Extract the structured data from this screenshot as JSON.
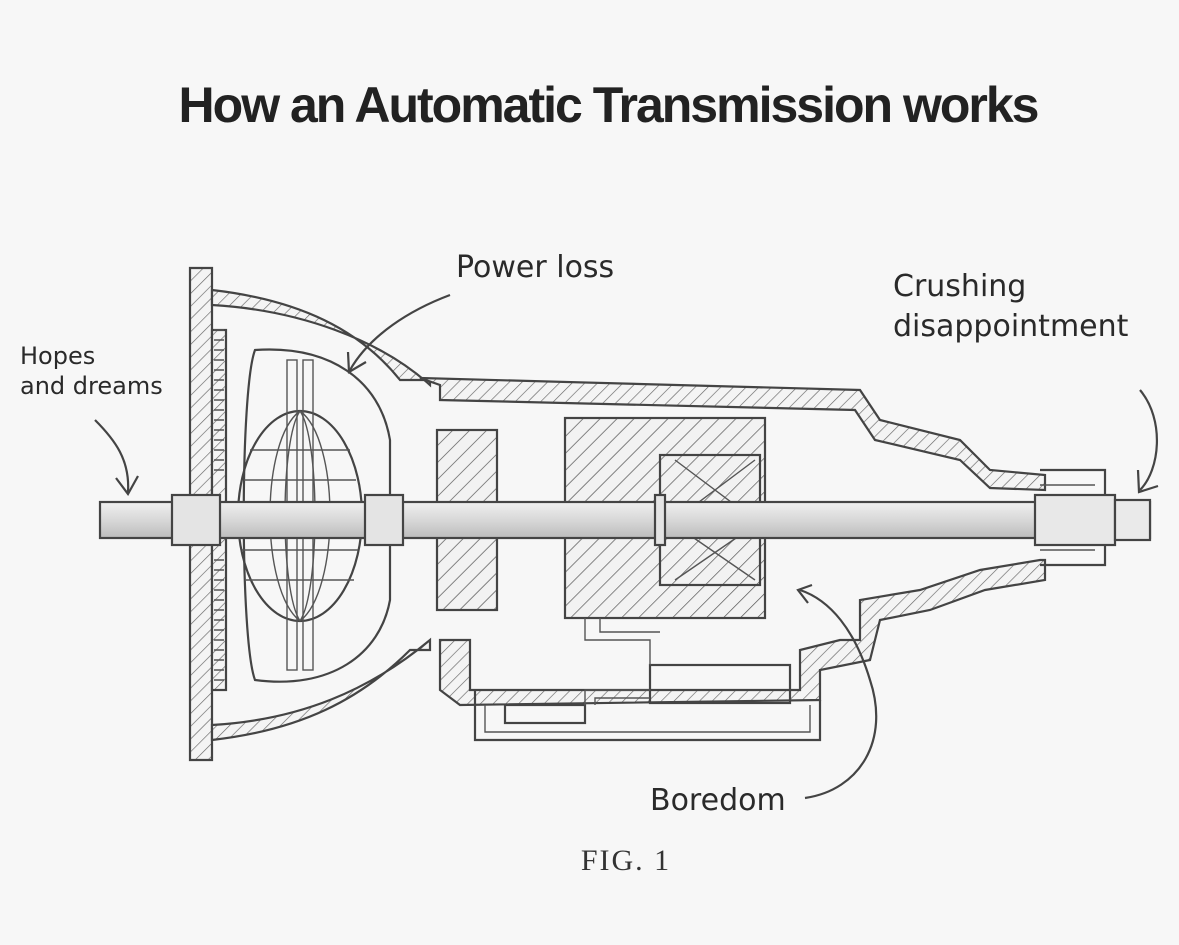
{
  "title": "How an Automatic Transmission works",
  "labels": {
    "hopes_line1": "Hopes",
    "hopes_line2": "and dreams",
    "power_loss": "Power loss",
    "crushing_line1": "Crushing",
    "crushing_line2": "disappointment",
    "boredom": "Boredom"
  },
  "caption": "FIG. 1"
}
